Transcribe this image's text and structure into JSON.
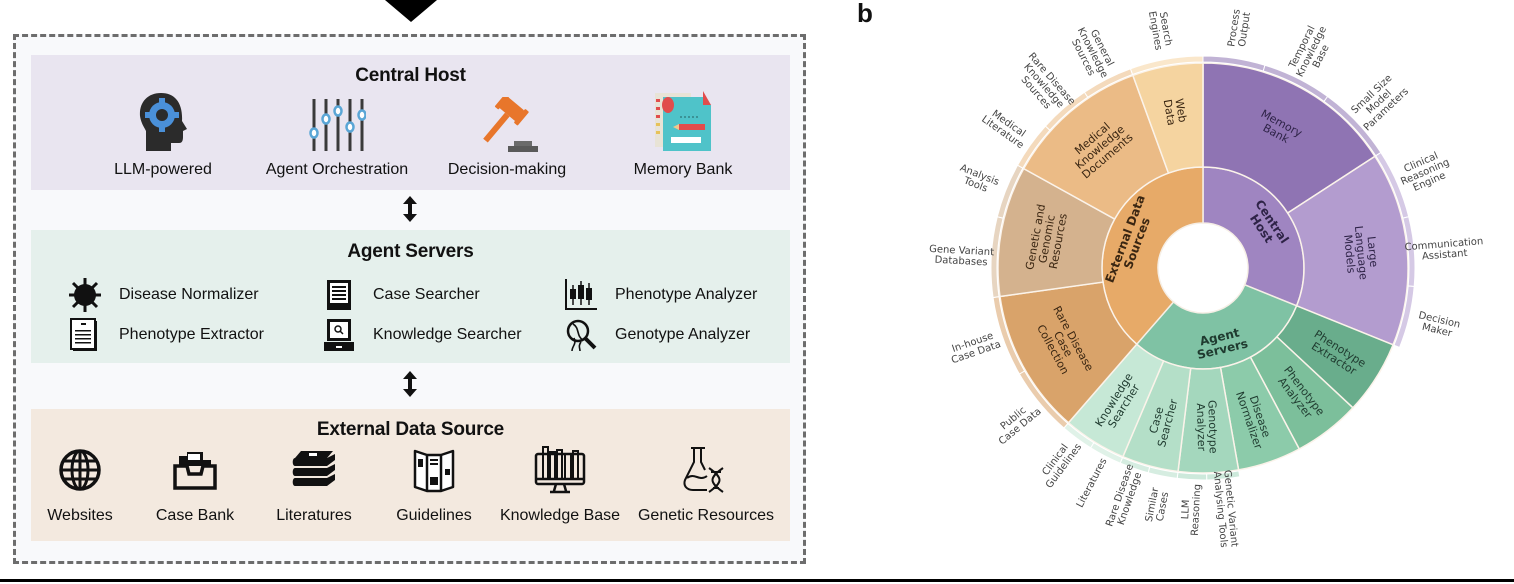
{
  "panel_b_label": "b",
  "central_host": {
    "title": "Central Host",
    "items": [
      {
        "label": "LLM-powered",
        "icon": "head-gear-icon"
      },
      {
        "label": "Agent Orchestration",
        "icon": "sliders-icon"
      },
      {
        "label": "Decision-making",
        "icon": "gavel-icon"
      },
      {
        "label": "Memory Bank",
        "icon": "notebook-pencil-icon"
      }
    ]
  },
  "agent_servers": {
    "title": "Agent Servers",
    "items": [
      {
        "label": "Disease Normalizer",
        "icon": "virus-icon"
      },
      {
        "label": "Case Searcher",
        "icon": "file-tray-icon"
      },
      {
        "label": "Phenotype Analyzer",
        "icon": "candlestick-chart-icon"
      },
      {
        "label": "Phenotype Extractor",
        "icon": "document-icon"
      },
      {
        "label": "Knowledge Searcher",
        "icon": "laptop-search-icon"
      },
      {
        "label": "Genotype Analyzer",
        "icon": "dna-magnifier-icon"
      }
    ]
  },
  "external_data_source": {
    "title": "External Data Source",
    "items": [
      {
        "label": "Websites",
        "icon": "globe-icon"
      },
      {
        "label": "Case Bank",
        "icon": "inbox-folder-icon"
      },
      {
        "label": "Literatures",
        "icon": "book-stack-icon"
      },
      {
        "label": "Guidelines",
        "icon": "open-brochure-icon"
      },
      {
        "label": "Knowledge Base",
        "icon": "monitor-books-icon"
      },
      {
        "label": "Genetic Resources",
        "icon": "flask-dna-icon"
      }
    ]
  },
  "chart_data": {
    "type": "sunburst",
    "title": "",
    "start": "top, clockwise",
    "inner": [
      {
        "name": "Central Host",
        "from_deg": 0,
        "to_deg": 112,
        "color": "#9f85c1",
        "text_color": "#2e2347"
      },
      {
        "name": "Agent Servers",
        "from_deg": 112,
        "to_deg": 221,
        "color": "#7fc2a4",
        "text_color": "#1f3a2f"
      },
      {
        "name": "External Data Sources",
        "from_deg": 221,
        "to_deg": 360,
        "color": "#e7aa68",
        "text_color": "#3a2612"
      }
    ],
    "middle": [
      {
        "name": "Memory Bank",
        "parent": "Central Host",
        "from_deg": 0,
        "to_deg": 57,
        "color": "#8f74b3"
      },
      {
        "name": "Large Language Models",
        "parent": "Central Host",
        "from_deg": 57,
        "to_deg": 112,
        "color": "#b39ccf"
      },
      {
        "name": "Phenotype Extractor",
        "parent": "Agent Servers",
        "from_deg": 112,
        "to_deg": 133,
        "color": "#69ad8c"
      },
      {
        "name": "Phenotype Analyzer",
        "parent": "Agent Servers",
        "from_deg": 133,
        "to_deg": 152,
        "color": "#7cbf9b"
      },
      {
        "name": "Disease Normalizer",
        "parent": "Agent Servers",
        "from_deg": 152,
        "to_deg": 170,
        "color": "#8ccbaa"
      },
      {
        "name": "Genotype Analyzer",
        "parent": "Agent Servers",
        "from_deg": 170,
        "to_deg": 187,
        "color": "#a4d7bd"
      },
      {
        "name": "Case Searcher",
        "parent": "Agent Servers",
        "from_deg": 187,
        "to_deg": 203,
        "color": "#b4dfc8"
      },
      {
        "name": "Knowledge Searcher",
        "parent": "Agent Servers",
        "from_deg": 203,
        "to_deg": 221,
        "color": "#c6e8d6"
      },
      {
        "name": "Rare Disease Case Collection",
        "parent": "External Data Sources",
        "from_deg": 221,
        "to_deg": 262,
        "color": "#d9a36a"
      },
      {
        "name": "Genetic and Genomic Resources",
        "parent": "External Data Sources",
        "from_deg": 262,
        "to_deg": 299,
        "color": "#d4b28e"
      },
      {
        "name": "Medical Knowledge Documents",
        "parent": "External Data Sources",
        "from_deg": 299,
        "to_deg": 340,
        "color": "#ebbb86"
      },
      {
        "name": "Web Data",
        "parent": "External Data Sources",
        "from_deg": 340,
        "to_deg": 360,
        "color": "#f5d4a0"
      }
    ],
    "outer": [
      {
        "name": "Process Output",
        "parent": "Memory Bank",
        "from_deg": 0,
        "to_deg": 17
      },
      {
        "name": "Temporal Knowledge Base",
        "parent": "Memory Bank",
        "from_deg": 17,
        "to_deg": 36
      },
      {
        "name": "Small Size Model Parameters",
        "parent": "Memory Bank",
        "from_deg": 36,
        "to_deg": 57
      },
      {
        "name": "Clinical Reasoning Engine",
        "parent": "Large Language Models",
        "from_deg": 57,
        "to_deg": 76
      },
      {
        "name": "Communication Assistant",
        "parent": "Large Language Models",
        "from_deg": 76,
        "to_deg": 95
      },
      {
        "name": "Decision Maker",
        "parent": "Large Language Models",
        "from_deg": 95,
        "to_deg": 112
      },
      {
        "name": "Genetic Variant Analysing Tools",
        "parent": "Genotype Analyzer",
        "from_deg": 170,
        "to_deg": 179
      },
      {
        "name": "LLM Reasoning",
        "parent": "Genotype Analyzer",
        "from_deg": 179,
        "to_deg": 187
      },
      {
        "name": "Similar Cases",
        "parent": "Case Searcher",
        "from_deg": 187,
        "to_deg": 195
      },
      {
        "name": "Rare Disease Knowledge",
        "parent": "Case Searcher",
        "from_deg": 195,
        "to_deg": 203
      },
      {
        "name": "Literatures",
        "parent": "Knowledge Searcher",
        "from_deg": 203,
        "to_deg": 212
      },
      {
        "name": "Clinical Guidelines",
        "parent": "Knowledge Searcher",
        "from_deg": 212,
        "to_deg": 221
      },
      {
        "name": "Public Case Data",
        "parent": "Rare Disease Case Collection",
        "from_deg": 221,
        "to_deg": 240
      },
      {
        "name": "In-house Case Data",
        "parent": "Rare Disease Case Collection",
        "from_deg": 240,
        "to_deg": 262
      },
      {
        "name": "Gene Variant Databases",
        "parent": "Genetic and Genomic Resources",
        "from_deg": 262,
        "to_deg": 284
      },
      {
        "name": "Analysis Tools",
        "parent": "Genetic and Genomic Resources",
        "from_deg": 284,
        "to_deg": 299
      },
      {
        "name": "Medical Literature",
        "parent": "Medical Knowledge Documents",
        "from_deg": 299,
        "to_deg": 312
      },
      {
        "name": "Rare Disease Knowledge Sources",
        "parent": "Medical Knowledge Documents",
        "from_deg": 312,
        "to_deg": 326
      },
      {
        "name": "General Knowledge Sources",
        "parent": "Medical Knowledge Documents",
        "from_deg": 326,
        "to_deg": 340
      },
      {
        "name": "Search Engines",
        "parent": "Web Data",
        "from_deg": 340,
        "to_deg": 360
      }
    ]
  }
}
